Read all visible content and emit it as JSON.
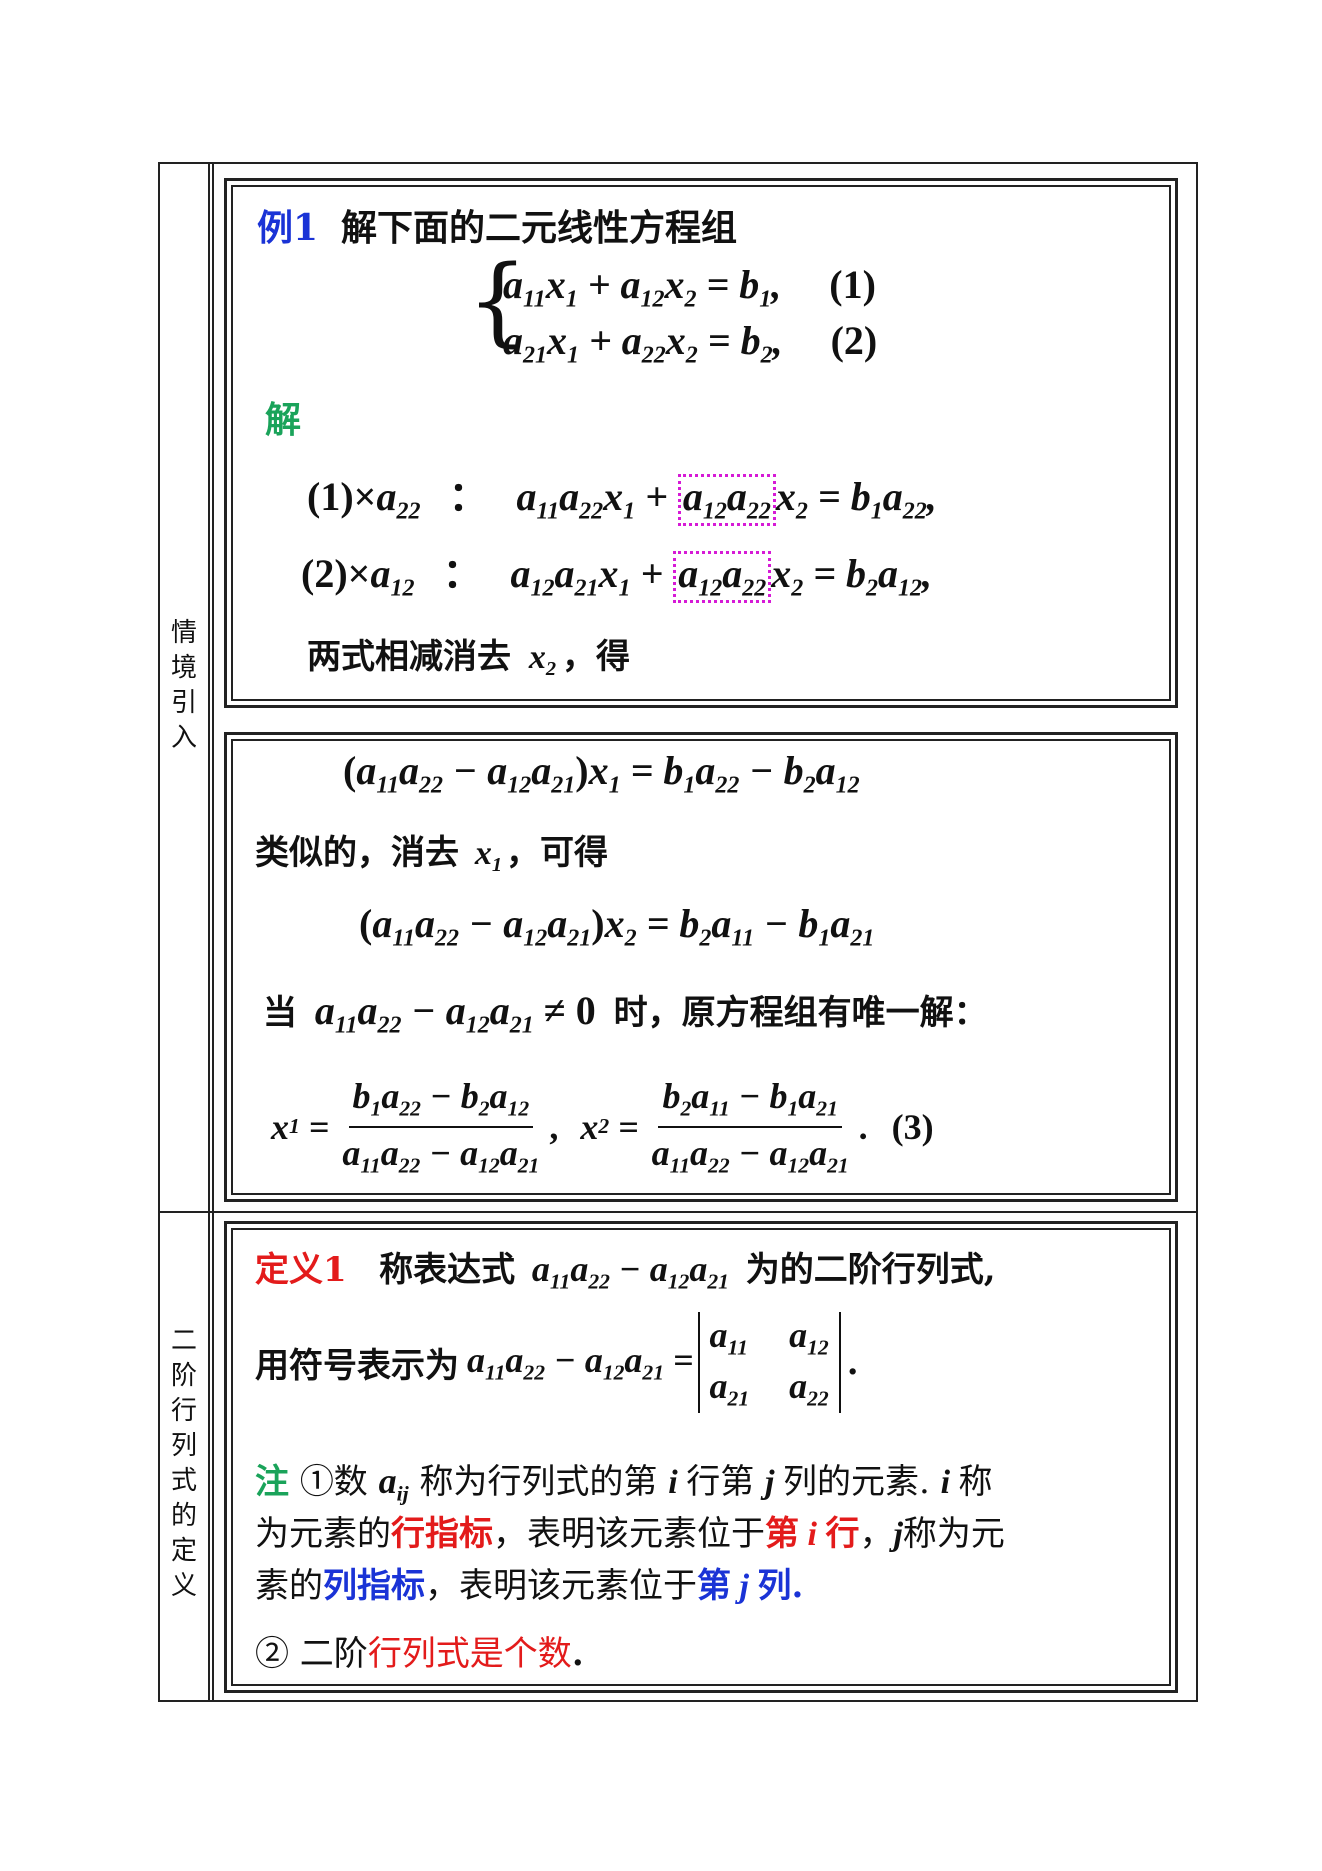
{
  "side_labels": {
    "situation": [
      "情",
      "境",
      "引",
      "入"
    ],
    "definition": [
      "二",
      "阶",
      "行",
      "列",
      "式",
      "的",
      "定",
      "义"
    ]
  },
  "example": {
    "label": "例1",
    "title": "解下面的二元线性方程组",
    "eq1_tag": "(1)",
    "eq2_tag": "(2)",
    "solution_label": "解",
    "step1_prefix": "(1)×",
    "step2_prefix": "(2)×",
    "colon": "：",
    "subtract_text_before": "两式相减消去",
    "subtract_text_after": "，得"
  },
  "continuation": {
    "similar_before": "类似的，消去",
    "similar_after": "，可得",
    "when_prefix": "当",
    "when_neq": "≠ 0",
    "when_suffix": "时，原方程组有唯一解：",
    "sol_tag": "(3)"
  },
  "definition": {
    "label": "定义1",
    "text1_before": "称表达式",
    "text1_after": "为的二阶行列式,",
    "text2_before": "用符号表示为",
    "note_label": "注",
    "note_circle1": "①数",
    "note_line1_mid": "称为行列式的第",
    "note_line1_mid2": "行第",
    "note_line1_end": "列的元素.",
    "note_line1_tail": "称",
    "note_line2_a": "为元素的",
    "note_line2_red1": "行指标",
    "note_line2_b": "，表明该元素位于",
    "note_line2_red2": "第",
    "note_line2_red3": "行",
    "note_line2_c": "，",
    "note_line2_d": "称为元",
    "note_line3_a": "素的",
    "note_line3_blue1": "列指标",
    "note_line3_b": "，表明该元素位于",
    "note_line3_blue2": "第",
    "note_line3_blue3": "列.",
    "note2_prefix": "② 二阶",
    "note2_red": "行列式是个数",
    "note2_end": "."
  },
  "colors": {
    "blue": "#1a33d6",
    "green": "#1aa35a",
    "red": "#e31b1b",
    "magenta": "#d61ad6"
  }
}
